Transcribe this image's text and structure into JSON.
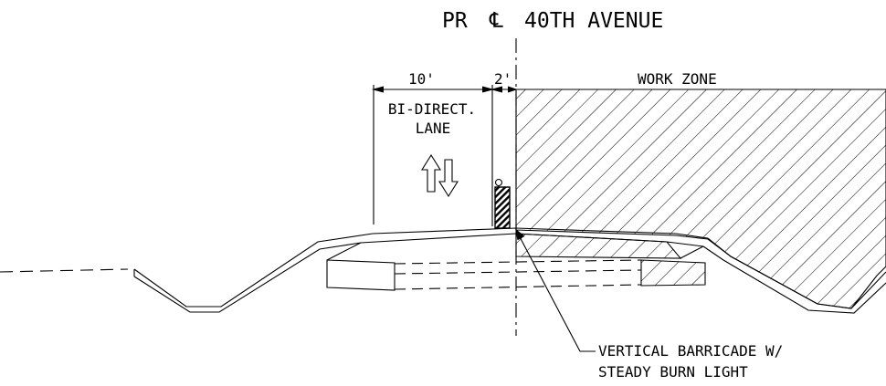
{
  "title": {
    "prefix": "PR",
    "centerline_symbol": "℄",
    "name": "40TH AVENUE"
  },
  "dimensions": {
    "lane_width": "10'",
    "offset_width": "2'"
  },
  "labels": {
    "work_zone": "WORK ZONE",
    "lane_line1": "BI-DIRECT.",
    "lane_line2": "LANE",
    "callout_line1": "VERTICAL BARRICADE W/",
    "callout_line2": "STEADY BURN LIGHT"
  },
  "icons": {
    "traffic_arrows": "bidirectional-arrows-icon",
    "barricade": "vertical-barricade-icon",
    "light": "steady-burn-light-icon"
  },
  "colors": {
    "line": "#000000",
    "background": "#ffffff"
  }
}
